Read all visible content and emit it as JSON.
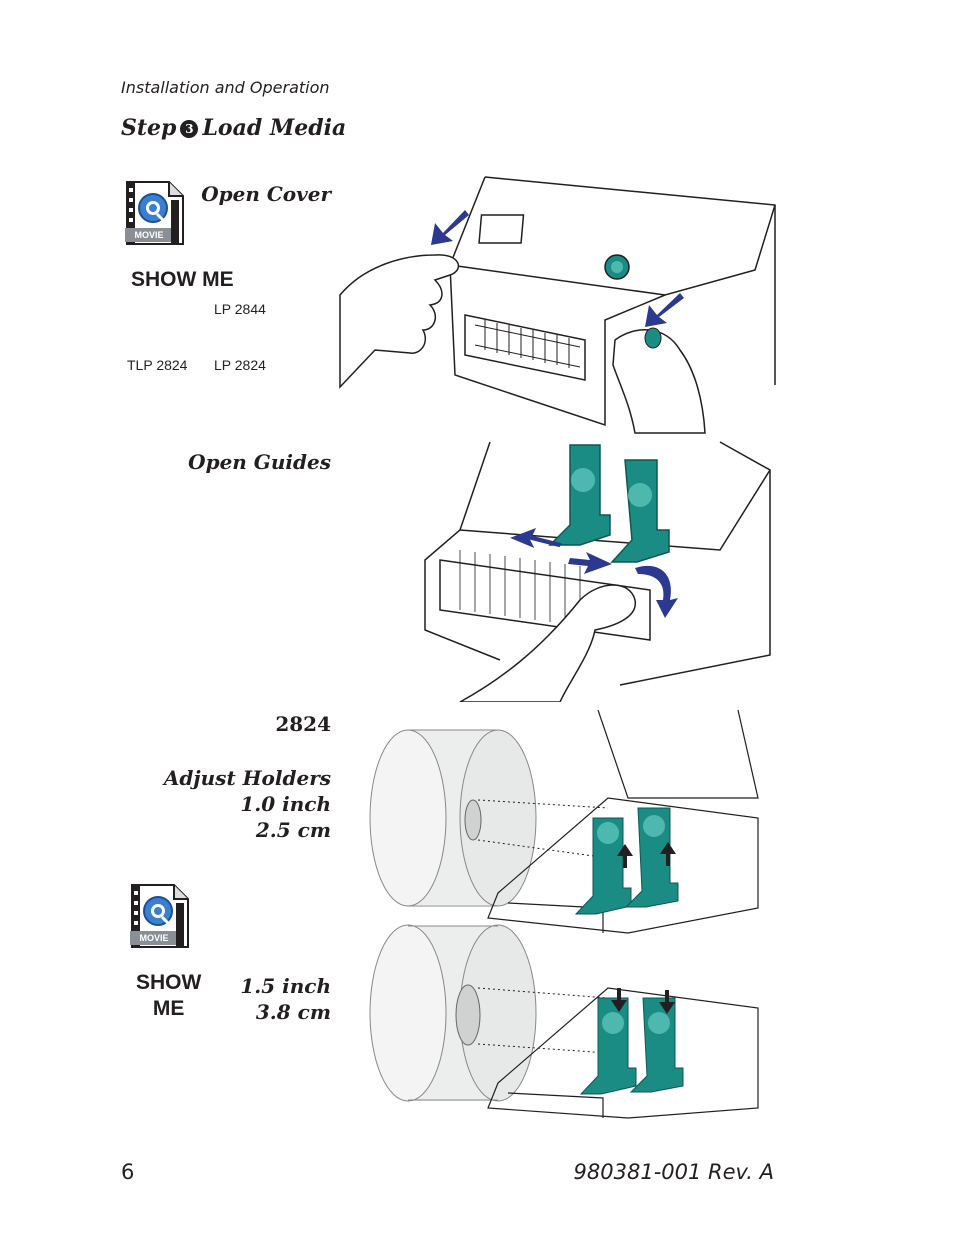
{
  "header": {
    "section": "Installation and Operation"
  },
  "step": {
    "prefix": "Step",
    "number": "3",
    "title": "Load Media"
  },
  "panels": {
    "open_cover": {
      "caption": "Open Cover",
      "show_me": "SHOW ME",
      "movie_label": "MOVIE",
      "links": {
        "lp2844": "LP 2844",
        "tlp2824": "TLP 2824",
        "lp2824": "LP 2824"
      }
    },
    "open_guides": {
      "caption": "Open Guides"
    },
    "adjust": {
      "model": "2824",
      "caption": "Adjust Holders",
      "size1_in": "1.0 inch",
      "size1_cm": "2.5 cm",
      "size2_in": "1.5 inch",
      "size2_cm": "3.8 cm",
      "movie_label": "MOVIE",
      "show_me_line1": "SHOW",
      "show_me_line2": "ME"
    }
  },
  "footer": {
    "page_number": "6",
    "doc_id": "980381-001 Rev. A"
  },
  "colors": {
    "accent_teal": "#1a8c84",
    "arrow_blue": "#2b3990",
    "icon_blue": "#3a7fd0"
  }
}
